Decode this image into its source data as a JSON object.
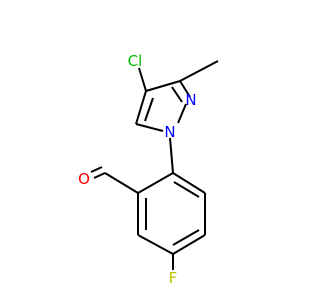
{
  "molecule": {
    "atoms": {
      "chlorine": "Cl",
      "nitrogen_pyrazole": "N",
      "nitrogen_attached": "N",
      "oxygen": "O",
      "fluorine": "F"
    },
    "colors": {
      "chlorine": "#00c000",
      "nitrogen": "#0000ff",
      "oxygen": "#ff0000",
      "fluorine": "#c0c000",
      "bond": "#000000",
      "background": "#ffffff"
    }
  }
}
